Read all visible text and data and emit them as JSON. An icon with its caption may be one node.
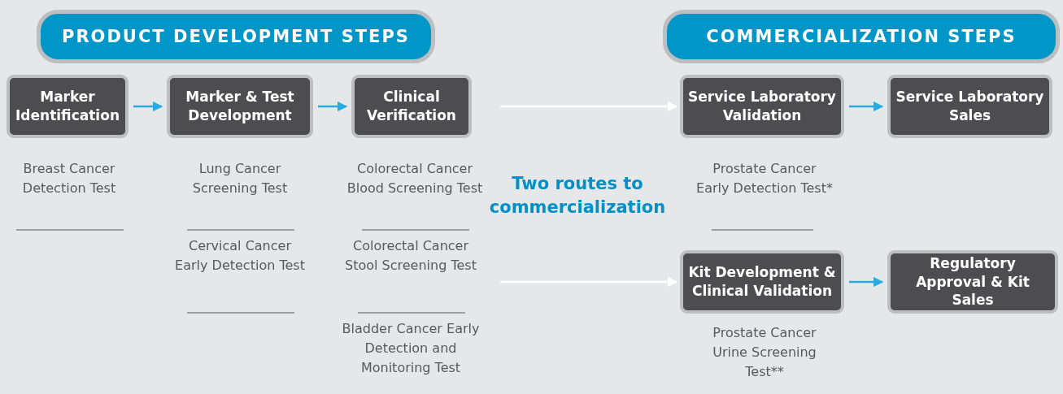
{
  "diagram": {
    "nodes": [
      {
        "text": [
          "PRODUCT DEVELOPMENT STEPS"
        ]
      },
      {
        "text": [
          "COMMERCIALIZATION STEPS"
        ]
      },
      {
        "text": [
          "Marker Identification"
        ],
        "beside": [
          "Breast Cancer Detection Test"
        ]
      },
      {
        "text": [
          "Marker & Test Development"
        ],
        "beside": [
          "Lung Cancer Screening Test",
          "Cervical Cancer Early Detection Test"
        ]
      },
      {
        "text": [
          "Clinical Verification"
        ],
        "beside": [
          "Colorectal Cancer Blood Screening Test",
          "Colorectal Cancer Stool Screening Test",
          "Bladder Cancer Early Detection and Monitoring Test"
        ]
      },
      {
        "text": [
          "Service Laboratory Validation"
        ],
        "beside": [
          "Prostate Cancer Early Detection Test*"
        ]
      },
      {
        "text": [
          "Service Laboratory Sales"
        ]
      },
      {
        "text": [
          "Kit Development & Clinical Validation"
        ],
        "beside": [
          "Prostate Cancer Urine Screening Test**"
        ]
      },
      {
        "text": [
          "Regulatory Approval & Kit Sales"
        ]
      }
    ],
    "edges": [
      {
        "from": 2,
        "to": 3,
        "arrow": "to"
      },
      {
        "from": 3,
        "to": 4,
        "arrow": "to"
      },
      {
        "from": null,
        "to": 5,
        "arrow": "to",
        "color": "#ffffff"
      },
      {
        "from": 5,
        "to": 6,
        "arrow": "to"
      },
      {
        "from": null,
        "to": 7,
        "arrow": "to",
        "color": "#ffffff"
      },
      {
        "from": 7,
        "to": 8,
        "arrow": "to"
      }
    ],
    "labels": [
      "Two routes to commercialization"
    ]
  }
}
